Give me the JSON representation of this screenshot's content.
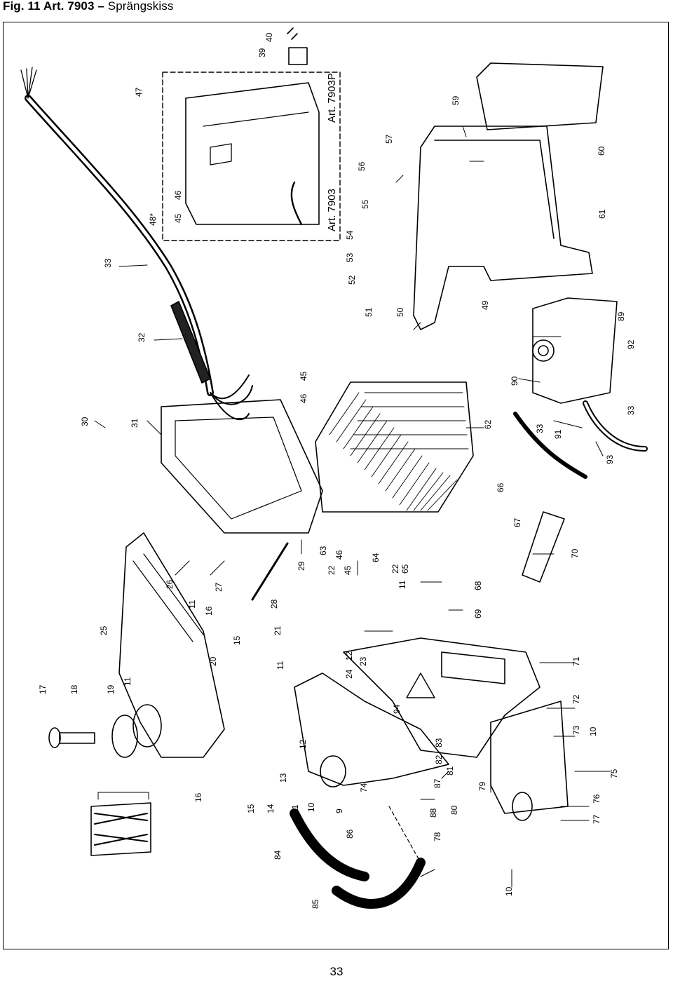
{
  "document": {
    "figure_label": "Fig. 11",
    "article_label": "Art. 7903",
    "dash": "–",
    "subtitle": "Sprängskiss",
    "page_number": "33"
  },
  "inset_labels": [
    "Art. 7903P",
    "Art. 7903"
  ],
  "callouts": [
    "40",
    "39",
    "47",
    "48*",
    "45",
    "46",
    "33",
    "32",
    "30",
    "31",
    "54",
    "55",
    "56",
    "57",
    "59",
    "53",
    "52",
    "51",
    "50",
    "49",
    "60",
    "61",
    "45",
    "46",
    "62",
    "29",
    "63",
    "46",
    "45",
    "64",
    "22",
    "65",
    "11",
    "66",
    "67",
    "26",
    "27",
    "28",
    "22",
    "21",
    "12",
    "23",
    "24",
    "68",
    "69",
    "70",
    "25",
    "11",
    "16",
    "20",
    "15",
    "11",
    "17",
    "18",
    "19",
    "11",
    "16",
    "15",
    "14",
    "13",
    "12",
    "11",
    "10",
    "9",
    "74",
    "87",
    "88",
    "84",
    "85",
    "86",
    "78",
    "80",
    "81",
    "82",
    "83",
    "94",
    "79",
    "71",
    "72",
    "73",
    "10",
    "75",
    "76",
    "77",
    "10",
    "89",
    "90",
    "91",
    "92",
    "93",
    "33",
    "33"
  ]
}
